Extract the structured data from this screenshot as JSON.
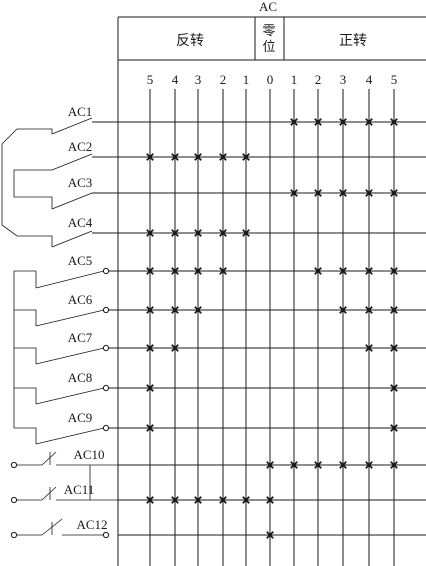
{
  "header": {
    "title": "AC",
    "reverse_label": "反转",
    "zero_label_line1": "零",
    "zero_label_line2": "位",
    "forward_label": "正转"
  },
  "positions": [
    "5",
    "4",
    "3",
    "2",
    "1",
    "0",
    "1",
    "2",
    "3",
    "4",
    "5"
  ],
  "contacts": [
    {
      "label": "AC1",
      "closed": [
        6,
        7,
        8,
        9,
        10
      ]
    },
    {
      "label": "AC2",
      "closed": [
        0,
        1,
        2,
        3,
        4
      ]
    },
    {
      "label": "AC3",
      "closed": [
        6,
        7,
        8,
        9,
        10
      ]
    },
    {
      "label": "AC4",
      "closed": [
        0,
        1,
        2,
        3,
        4
      ]
    },
    {
      "label": "AC5",
      "closed": [
        0,
        1,
        2,
        3,
        7,
        8,
        9,
        10
      ]
    },
    {
      "label": "AC6",
      "closed": [
        0,
        1,
        2,
        8,
        9,
        10
      ]
    },
    {
      "label": "AC7",
      "closed": [
        0,
        1,
        9,
        10
      ]
    },
    {
      "label": "AC8",
      "closed": [
        0,
        10
      ]
    },
    {
      "label": "AC9",
      "closed": [
        0,
        10
      ]
    },
    {
      "label": "AC10",
      "closed": [
        5,
        6,
        7,
        8,
        9,
        10
      ]
    },
    {
      "label": "AC11",
      "closed": [
        0,
        1,
        2,
        3,
        4,
        5
      ]
    },
    {
      "label": "AC12",
      "closed": [
        5
      ]
    }
  ]
}
